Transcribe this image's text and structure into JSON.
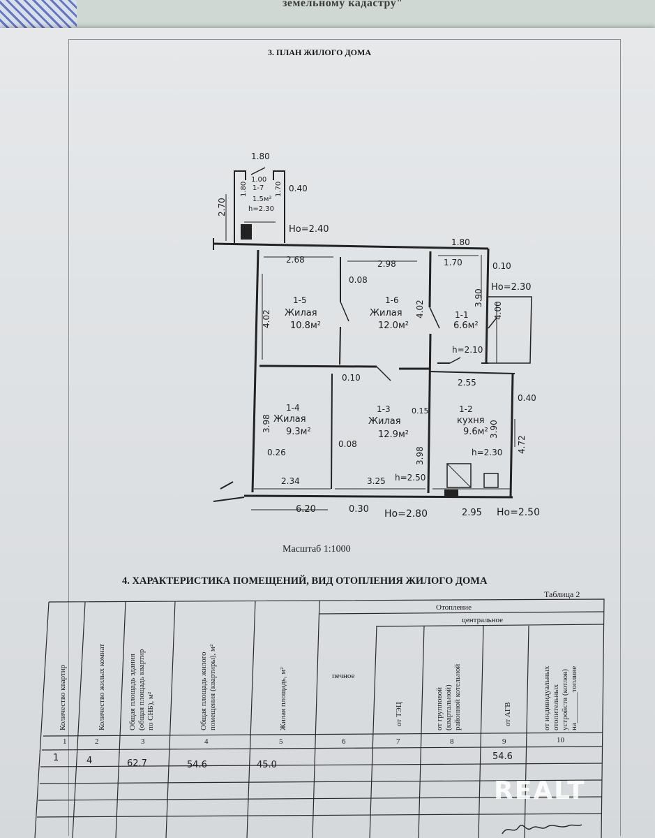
{
  "under_page": {
    "title": "земельному кадастру\""
  },
  "plan": {
    "title": "3. ПЛАН ЖИЛОГО ДОМА",
    "scale": "Масштаб 1:1000",
    "rooms": [
      {
        "id": "1-5",
        "type": "Жилая",
        "area": "10.8м²"
      },
      {
        "id": "1-6",
        "type": "Жилая",
        "area": "12.0м²"
      },
      {
        "id": "1-1",
        "area": "6.6м²"
      },
      {
        "id": "1-4",
        "type": "Жилая",
        "area": "9.3м²"
      },
      {
        "id": "1-3",
        "type": "Жилая",
        "area": "12.9м²"
      },
      {
        "id": "1-2",
        "type": "кухня",
        "area": "9.6м²"
      },
      {
        "id": "1-7",
        "area": "1.5м²"
      }
    ],
    "dims": {
      "d180_top": "1.80",
      "d100": "1.00",
      "d180_v": "1.80",
      "d170_v": "1.70",
      "d270": "2.70",
      "d040_a": "0.40",
      "h230_small": "h=2.30",
      "ho240": "Hо=2.40",
      "d268": "2.68",
      "d298": "2.98",
      "d008_a": "0.08",
      "d180_b": "1.80",
      "d170": "1.70",
      "d010_a": "0.10",
      "d390_a": "3.90",
      "ho230": "Hо=2.30",
      "d402_a": "4.02",
      "d402_b": "4.02",
      "d400": "4.00",
      "h210": "h=2.10",
      "d010_b": "0.10",
      "d255": "2.55",
      "d040_b": "0.40",
      "d015": "0.15",
      "d398_a": "3.98",
      "d008_b": "0.08",
      "d026": "0.26",
      "d398_b": "3.98",
      "d390_b": "3.90",
      "d472": "4.72",
      "h230_b": "h=2.30",
      "d234": "2.34",
      "d325": "3.25",
      "h250": "h=2.50",
      "d620": "6.20",
      "d030": "0.30",
      "ho280": "Hо=2.80",
      "d295": "2.95",
      "ho250": "Hо=2.50"
    }
  },
  "section": {
    "title": "4. ХАРАКТЕРИСТИКА ПОМЕЩЕНИЙ, ВИД ОТОПЛЕНИЯ ЖИЛОГО ДОМА",
    "table_label": "Таблица 2"
  },
  "table": {
    "heating": "Отопление",
    "central": "центральное",
    "headers": [
      "Количество квартир",
      "Количество жилых комнат",
      "Общая площадь здания\n(общая площадь квартир\nпо СНБ), м²",
      "Общая площадь жилого\nпомещения (квартиры), м²",
      "Жилая площадь, м²",
      "печное",
      "от ТЭЦ",
      "от групповой\n(квартальной)\nрайонной котельной",
      "от АГВ",
      "от индивидуальных\nотопительных\nустройств (котлов)\nна________топливе"
    ],
    "numbers": [
      "1",
      "2",
      "3",
      "4",
      "5",
      "6",
      "7",
      "8",
      "9",
      "10"
    ],
    "row1": {
      "c1": "1",
      "c2": "4",
      "c3": "62.7",
      "c4": "54.6",
      "c5": "45.0",
      "c9": "54.6"
    }
  },
  "watermark": "REALT"
}
